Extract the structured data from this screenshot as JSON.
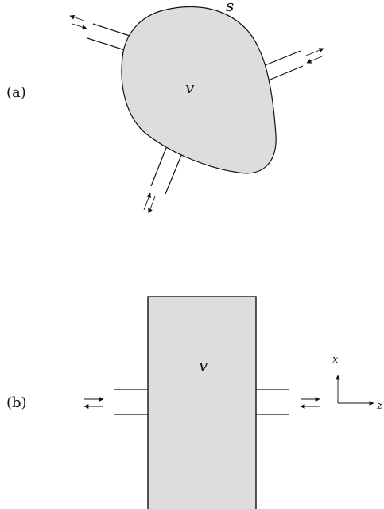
{
  "panel_a": {
    "label": "(a)",
    "volume_label": "v",
    "surface_label": "s"
  },
  "panel_b": {
    "label": "(b)",
    "volume_label": "v",
    "axis_x_label": "x",
    "axis_z_label": "z"
  }
}
